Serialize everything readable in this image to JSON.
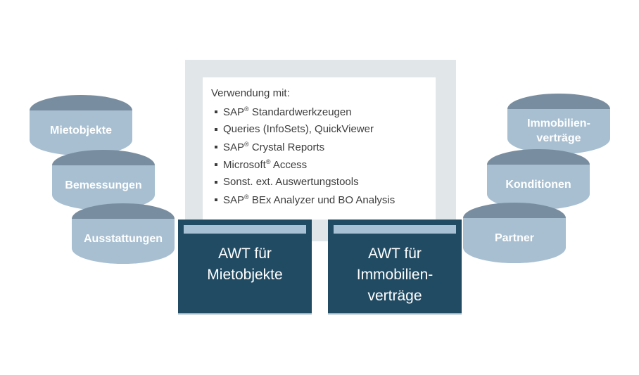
{
  "colors": {
    "panel_bg": "#e1e6e9",
    "panel_inner_bg": "#ffffff",
    "box_bg": "#214b63",
    "box_strip": "#a8c1d4",
    "cylinder_top": "#798da0",
    "cylinder_body": "#a7bfd1",
    "list_text": "#3d3d3d",
    "label_text": "#ffffff"
  },
  "panel": {
    "title": "Verwendung mit:",
    "items": [
      "SAP® Standardwerkzeugen",
      "Queries (InfoSets), QuickViewer",
      "SAP® Crystal Reports",
      "Microsoft® Access",
      "Sonst. ext. Auswertungstools",
      "SAP® BEx Analyzer und BO Analysis"
    ]
  },
  "cylinders": {
    "left": [
      {
        "label": "Mietobjekte"
      },
      {
        "label": "Bemessungen"
      },
      {
        "label": "Ausstattungen"
      }
    ],
    "right": [
      {
        "label": "Immobilien-\nverträge"
      },
      {
        "label": "Konditionen"
      },
      {
        "label": "Partner"
      }
    ]
  },
  "boxes": [
    {
      "label": "AWT für\nMietobjekte"
    },
    {
      "label": "AWT für\nImmobilien-\nverträge"
    }
  ]
}
